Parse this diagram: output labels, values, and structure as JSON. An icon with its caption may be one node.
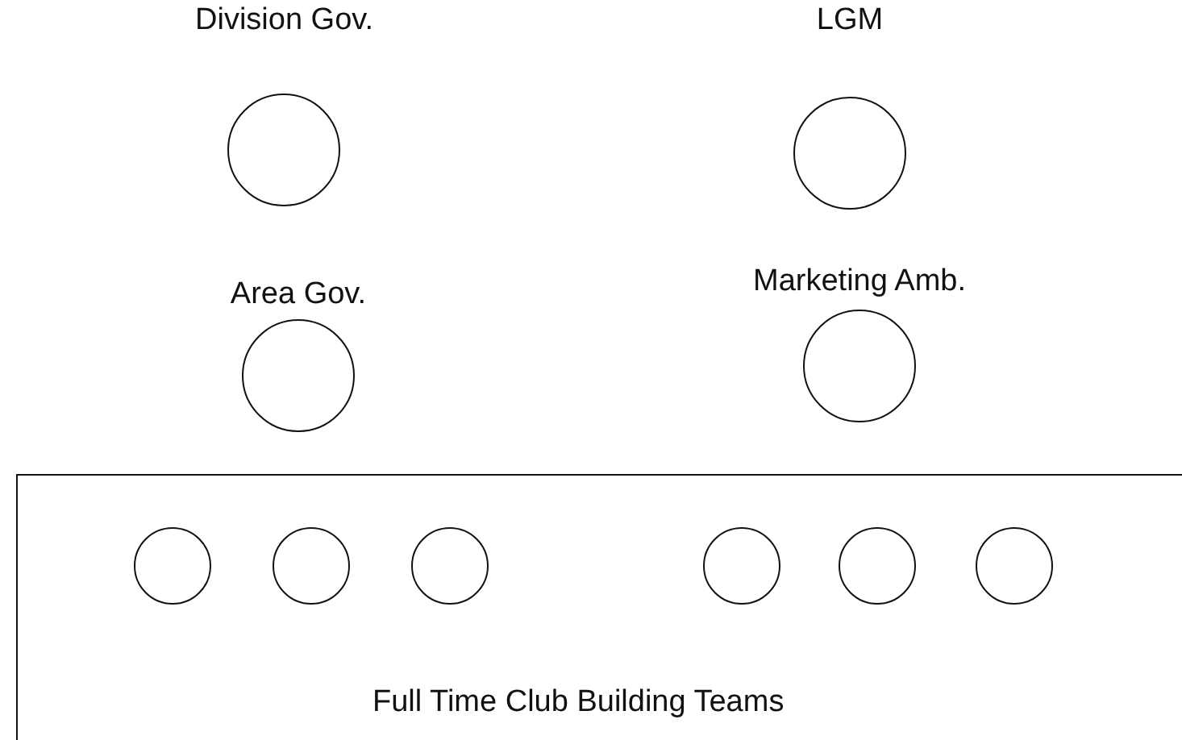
{
  "diagram": {
    "nodes": [
      {
        "text": [
          "Division Gov."
        ]
      },
      {
        "text": [
          "LGM"
        ]
      },
      {
        "text": [
          "Area Gov."
        ]
      },
      {
        "text": [
          "Marketing Amb."
        ]
      },
      {
        "text": [
          "Full Time Club Building Teams"
        ]
      },
      {
        "text": [],
        "shape": "circle",
        "in": 4
      },
      {
        "text": [],
        "shape": "circle",
        "in": 4
      },
      {
        "text": [],
        "shape": "circle",
        "in": 4
      },
      {
        "text": [],
        "shape": "circle",
        "in": 4
      },
      {
        "text": [],
        "shape": "circle",
        "in": 4
      },
      {
        "text": [],
        "shape": "circle",
        "in": 4
      }
    ]
  }
}
